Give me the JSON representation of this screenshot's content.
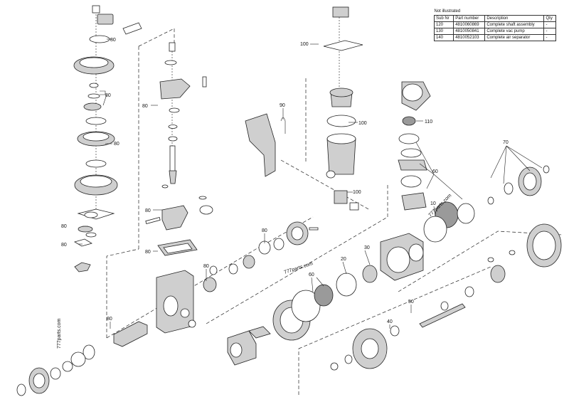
{
  "legend": {
    "caption": "Not illustrated",
    "headers": [
      "Sub Nr",
      "Part number",
      "Description",
      "Qty"
    ],
    "rows": [
      {
        "sub": "120",
        "part": "4810060869",
        "desc": "Complete shaft assembly",
        "qty": "-"
      },
      {
        "sub": "130",
        "part": "4810050841",
        "desc": "Complete vac pump",
        "qty": "-"
      },
      {
        "sub": "140",
        "part": "4810052103",
        "desc": "Complete air separator",
        "qty": "-"
      }
    ]
  },
  "callouts": {
    "c80": "80",
    "c90": "90",
    "c100": "100",
    "c110": "110",
    "c70": "70",
    "c60": "60",
    "c50": "50",
    "c40": "40",
    "c30": "30",
    "c20": "20",
    "c10": "10"
  },
  "watermark": "777parts.com"
}
